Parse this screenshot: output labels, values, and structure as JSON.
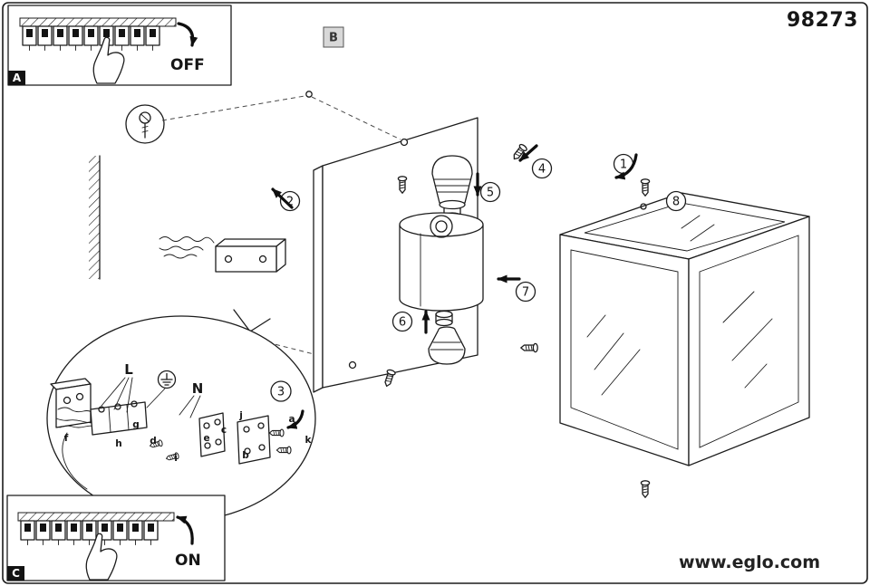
{
  "page": {
    "model_number": "98273",
    "website": "www.eglo.com"
  },
  "sections": {
    "a": {
      "label": "A",
      "state": "OFF"
    },
    "b": {
      "label": "B"
    },
    "c": {
      "label": "C",
      "state": "ON"
    }
  },
  "steps": [
    "1",
    "2",
    "3",
    "4",
    "5",
    "6",
    "7",
    "8"
  ],
  "wiring": {
    "live": "L",
    "neutral": "N",
    "parts": [
      "a",
      "b",
      "c",
      "d",
      "e",
      "f",
      "g",
      "h",
      "i",
      "j",
      "k"
    ]
  },
  "icons": {
    "hand": "pointing-hand",
    "screw": "screw",
    "earth": "earth-ground-symbol",
    "arrow": "direction-arrow"
  },
  "colors": {
    "ink": "#1c1c1c",
    "paper": "#ffffff"
  }
}
